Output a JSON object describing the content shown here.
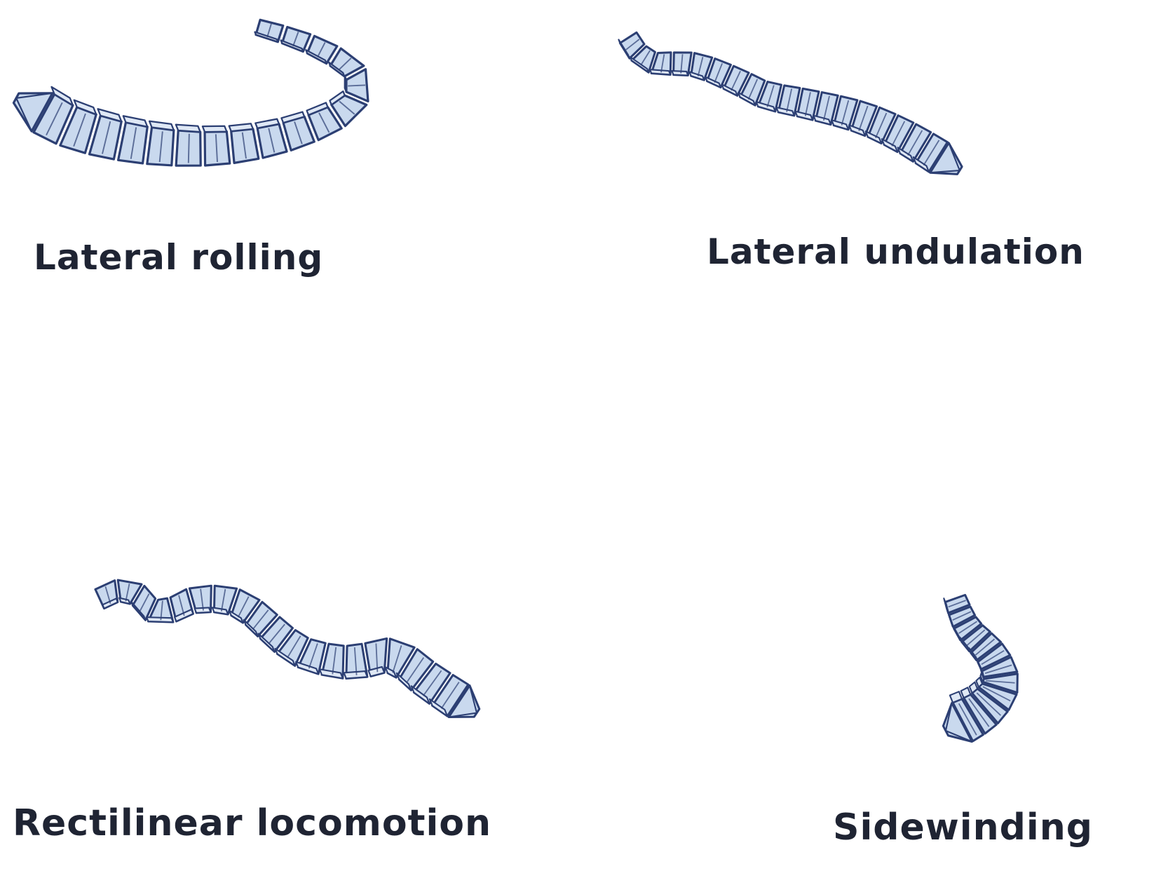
{
  "colors": {
    "background": "#ffffff",
    "robot_fill": "#c9d9ee",
    "robot_stroke": "#2c3f73",
    "caption": "#1f2433"
  },
  "panels": [
    {
      "id": "lateral-rolling",
      "label": "Lateral rolling",
      "icon": "snake-robot-lateral-rolling-icon"
    },
    {
      "id": "lateral-undulation",
      "label": "Lateral undulation",
      "icon": "snake-robot-lateral-undulation-icon"
    },
    {
      "id": "rectilinear-locomotion",
      "label": "Rectilinear locomotion",
      "icon": "snake-robot-rectilinear-locomotion-icon"
    },
    {
      "id": "sidewinding",
      "label": "Sidewinding",
      "icon": "snake-robot-sidewinding-icon"
    }
  ]
}
